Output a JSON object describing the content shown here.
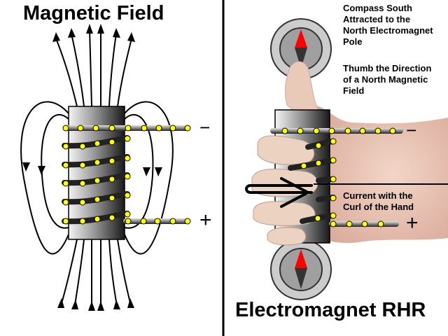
{
  "left_panel": {
    "title": "Magnetic Field",
    "terminal_top": "−",
    "terminal_bottom": "+"
  },
  "right_panel": {
    "title": "Electromagnet RHR",
    "note_compass": "Compass South Attracted to the North Electromagnet Pole",
    "note_compass_lines": [
      "Compass South",
      "Attracted to the",
      "North Electromagnet",
      "Pole"
    ],
    "note_thumb_lines": [
      "Thumb the Direction",
      "of a North Magnetic",
      "Field"
    ],
    "note_current_lines": [
      "Current with the",
      "Curl of the Hand"
    ],
    "terminal_top": "−",
    "terminal_bottom": "+"
  },
  "colors": {
    "compass_north": "#ff0000",
    "compass_south": "#333333",
    "wire_dot": "#ffff00",
    "compass_ring": "#cccccc",
    "compass_face": "#a0a0a0",
    "skin": "#e8c4b0"
  }
}
